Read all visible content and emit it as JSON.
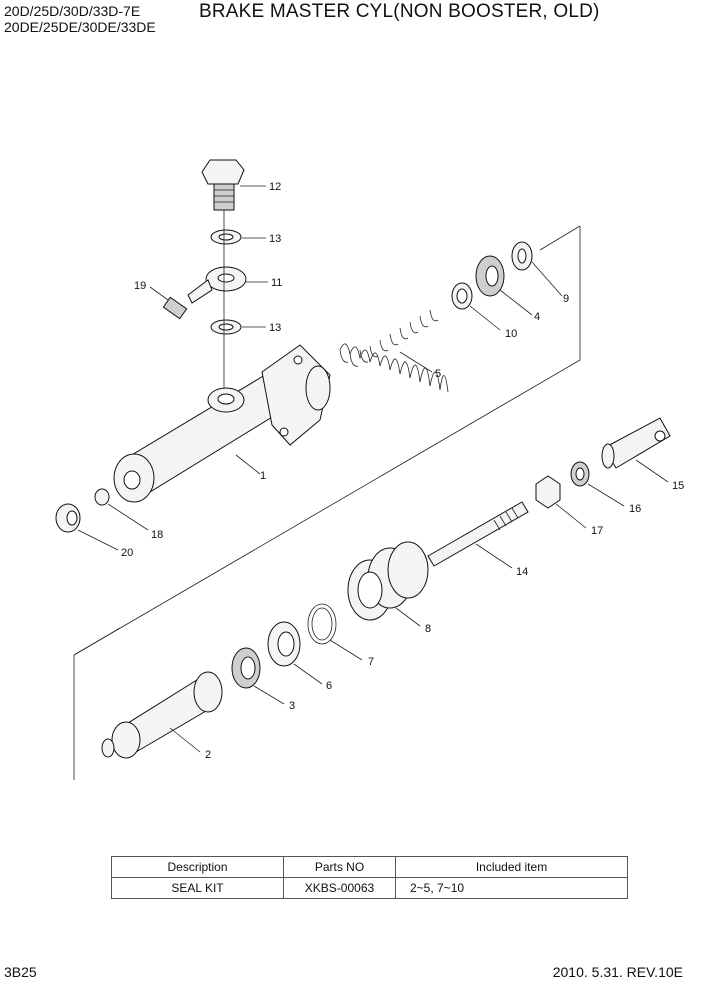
{
  "header": {
    "models_line1": "20D/25D/30D/33D-7E",
    "models_line2": "20DE/25DE/30DE/33DE",
    "title": "BRAKE MASTER CYL(NON BOOSTER, OLD)"
  },
  "callouts": {
    "c1": "1",
    "c2": "2",
    "c3": "3",
    "c4": "4",
    "c5": "5",
    "c6": "6",
    "c7": "7",
    "c8": "8",
    "c9": "9",
    "c10": "10",
    "c11": "11",
    "c12": "12",
    "c13a": "13",
    "c13b": "13",
    "c14": "14",
    "c15": "15",
    "c16": "16",
    "c17": "17",
    "c18": "18",
    "c19": "19",
    "c20": "20"
  },
  "kit_table": {
    "headers": [
      "Description",
      "Parts NO",
      "Included item"
    ],
    "rows": [
      [
        "SEAL KIT",
        "XKBS-00063",
        "2~5, 7~10"
      ]
    ]
  },
  "footer": {
    "page": "3B25",
    "revision": "2010. 5.31.  REV.10E"
  }
}
